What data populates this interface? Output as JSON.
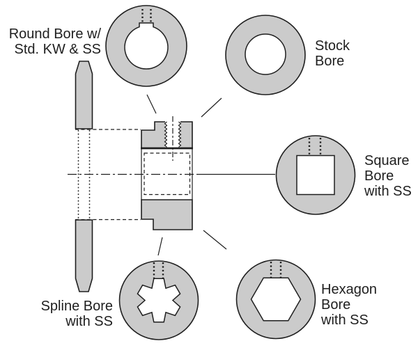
{
  "diagram": {
    "type": "bore-options-technical-diagram",
    "colors": {
      "background": "#ffffff",
      "line": "#1f1f1f",
      "fill_gray": "#cbcbcb"
    },
    "labels": {
      "round_bore": {
        "line1": "Round Bore w/",
        "line2": "Std. KW & SS"
      },
      "stock_bore": {
        "line1": "Stock",
        "line2": "Bore"
      },
      "square_bore": {
        "line1": "Square",
        "line2": "Bore",
        "line3": "with SS"
      },
      "hexagon_bore": {
        "line1": "Hexagon",
        "line2": "Bore",
        "line3": "with SS"
      },
      "spline_bore": {
        "line1": "Spline Bore",
        "line2": "with SS"
      }
    }
  }
}
